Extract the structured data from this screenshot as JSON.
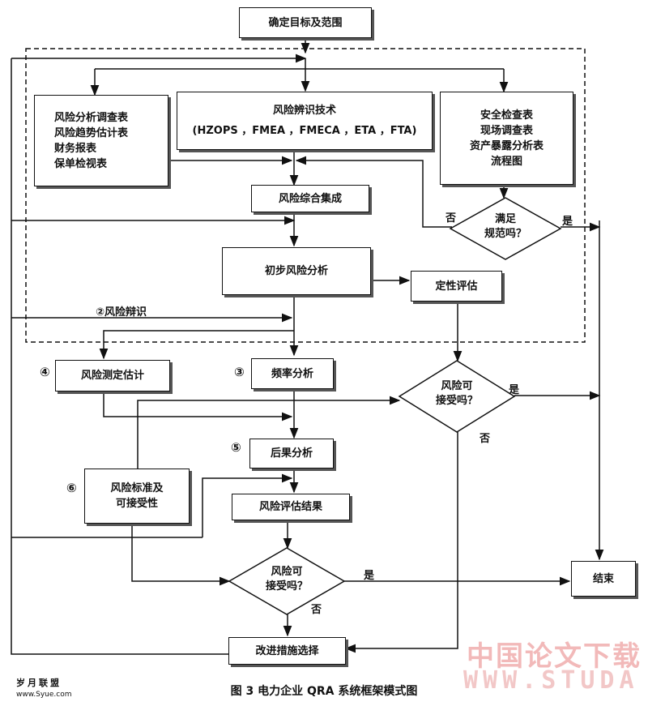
{
  "nodes": {
    "define_scope": "确定目标及范围",
    "tools_left": [
      "风险分析调查表",
      "风险趋势估计表",
      "财务报表",
      "保单检视表"
    ],
    "tech_title": "风险辨识技术",
    "tech_methods": "(HZOPS ，FMEA ，FMECA ，ETA ，FTA)",
    "tools_right": [
      "安全检查表",
      "现场调查表",
      "资产暴露分析表",
      "流程图"
    ],
    "meet_spec": [
      "满足",
      "规范吗？"
    ],
    "integration": "风险综合集成",
    "prelim_analysis": "初步风险分析",
    "qualitative": "定性评估",
    "risk_identify": "②风险辩识",
    "acceptable_1": [
      "风险可",
      "接受吗？"
    ],
    "measure_estimate": "风险测定估计",
    "frequency": "频率分析",
    "consequence": "后果分析",
    "criteria": [
      "风险标准及",
      "可接受性"
    ],
    "assessment_result": "风险评估结果",
    "acceptable_2": [
      "风险可",
      "接受吗？"
    ],
    "end": "结束",
    "improvement": "改进措施选择"
  },
  "markers": {
    "m3": "③",
    "m4": "④",
    "m5": "⑤",
    "m6": "⑥"
  },
  "edge_labels": {
    "no_spec": "否",
    "yes_spec": "是",
    "yes_acc1": "是",
    "no_acc1": "否",
    "yes_acc2": "是",
    "no_acc2": "否"
  },
  "caption": "图 3   电力企业 QRA 系统框架模式图",
  "watermark": {
    "cn": "中国论文下载",
    "en": "WWW.STUDA"
  },
  "logo": {
    "line1": "岁月联盟",
    "line2": "www.Syue.com"
  }
}
